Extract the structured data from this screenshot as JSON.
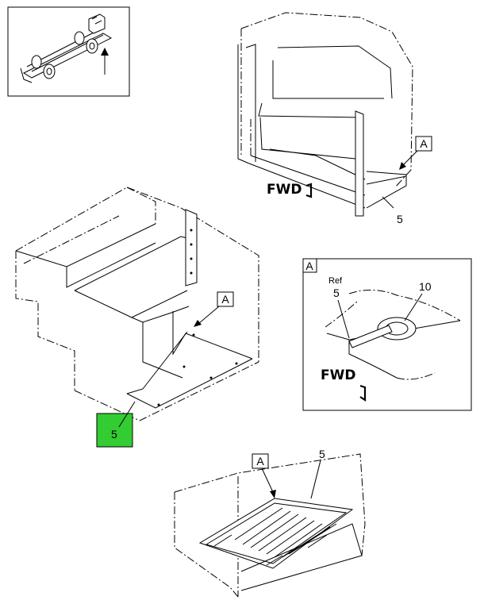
{
  "colors": {
    "highlight": "#33cc33",
    "line": "#000000",
    "background": "#ffffff"
  },
  "icons": {
    "arrow": "arrow-icon",
    "locator": "vehicle-chassis-icon"
  },
  "callouts": {
    "view_a_top": "A",
    "part_top": "5",
    "fwd_top": "FWD",
    "box_a_label": "A",
    "box_ref": "Ref",
    "box_part": "5",
    "box_part_10": "10",
    "box_fwd": "FWD",
    "view_a_mid": "A",
    "part_highlight": "5",
    "view_a_bottom": "A",
    "part_bottom": "5"
  }
}
